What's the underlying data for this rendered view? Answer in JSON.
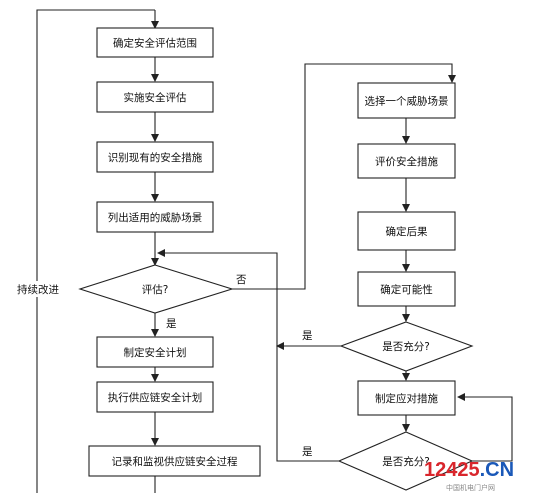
{
  "flowchart": {
    "left": {
      "define_scope": "确定安全评估范围",
      "implement_assessment": "实施安全评估",
      "identify_measures": "识别现有的安全措施",
      "list_scenarios": "列出适用的威胁场景",
      "decision_assess": "评估?",
      "make_plan": "制定安全计划",
      "execute_plan": "执行供应链安全计划",
      "record_monitor": "记录和监视供应链安全过程"
    },
    "right": {
      "select_scenario": "选择一个威胁场景",
      "evaluate_measures": "评价安全措施",
      "determine_consequence": "确定后果",
      "determine_likelihood": "确定可能性",
      "decision_sufficient_1": "是否充分?",
      "make_countermeasures": "制定应对措施",
      "decision_sufficient_2": "是否充分?"
    },
    "labels": {
      "continuous_improvement": "持续改进",
      "no": "否",
      "yes_assess": "是",
      "yes_sufficient_1": "是",
      "yes_sufficient_2": "是"
    }
  },
  "watermark": {
    "text_red": "12425",
    "text_blue": ".CN",
    "color_red": "#d9262c",
    "color_blue": "#1a58b8",
    "caption": "中国机电门户网"
  },
  "colors": {
    "line": "#222222",
    "box_fill": "#ffffff"
  }
}
